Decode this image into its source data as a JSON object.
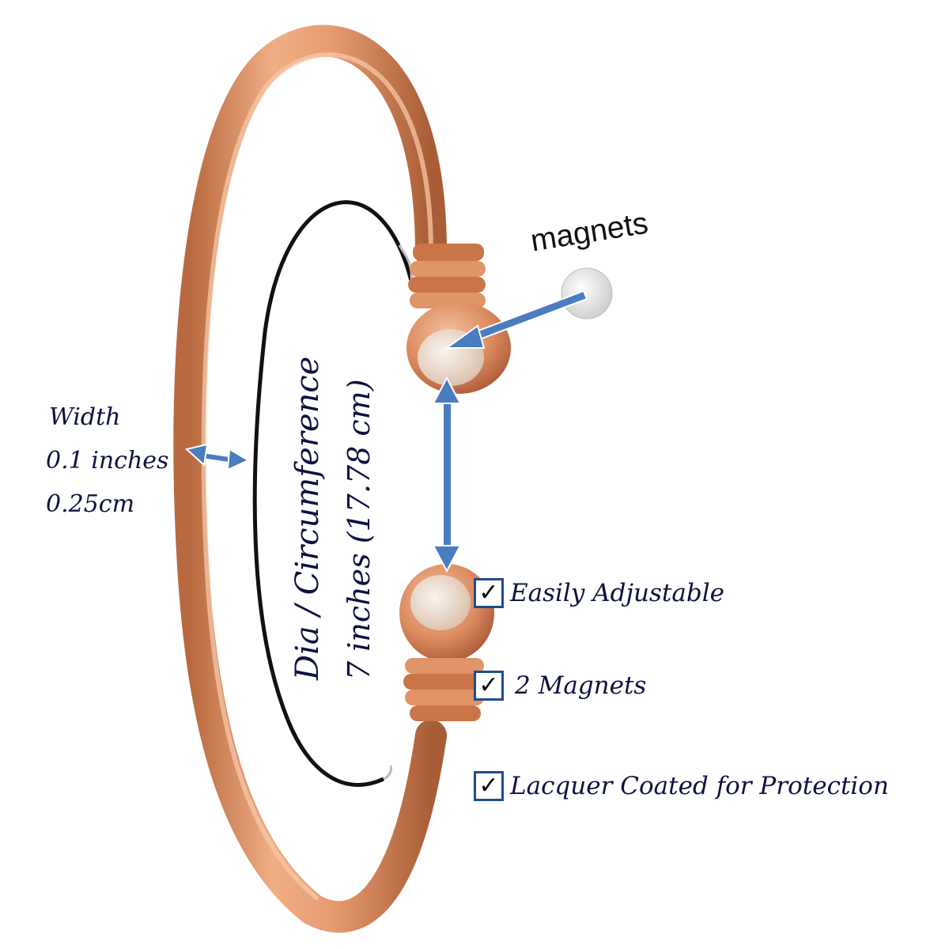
{
  "labels": {
    "magnets": "magnets",
    "width_title": "Width",
    "width_inches": "0.1 inches",
    "width_cm": "0.25cm",
    "dia_title": "Dia / Circumference",
    "dia_size": "7 inches (17.78 cm)"
  },
  "features": [
    {
      "label": "Easily Adjustable",
      "checked": true,
      "check_glyph": "✓"
    },
    {
      "label": "2 Magnets",
      "checked": true,
      "check_glyph": "✓"
    },
    {
      "label": "Lacquer Coated for Protection",
      "checked": true,
      "check_glyph": "✓"
    }
  ],
  "colors": {
    "copper": "#d4845a",
    "copper_light": "#f2b48c",
    "copper_dark": "#a85c35",
    "arrow_blue": "#4a7cc0",
    "label_navy": "#0d1240",
    "checkbox_border": "#1f4c8c",
    "inner_wire": "#111111",
    "magnet_face": "#e8cdb8"
  },
  "icons": {
    "checkbox": "checkbox-checked-icon",
    "arrow": "double-headed-arrow-icon"
  }
}
